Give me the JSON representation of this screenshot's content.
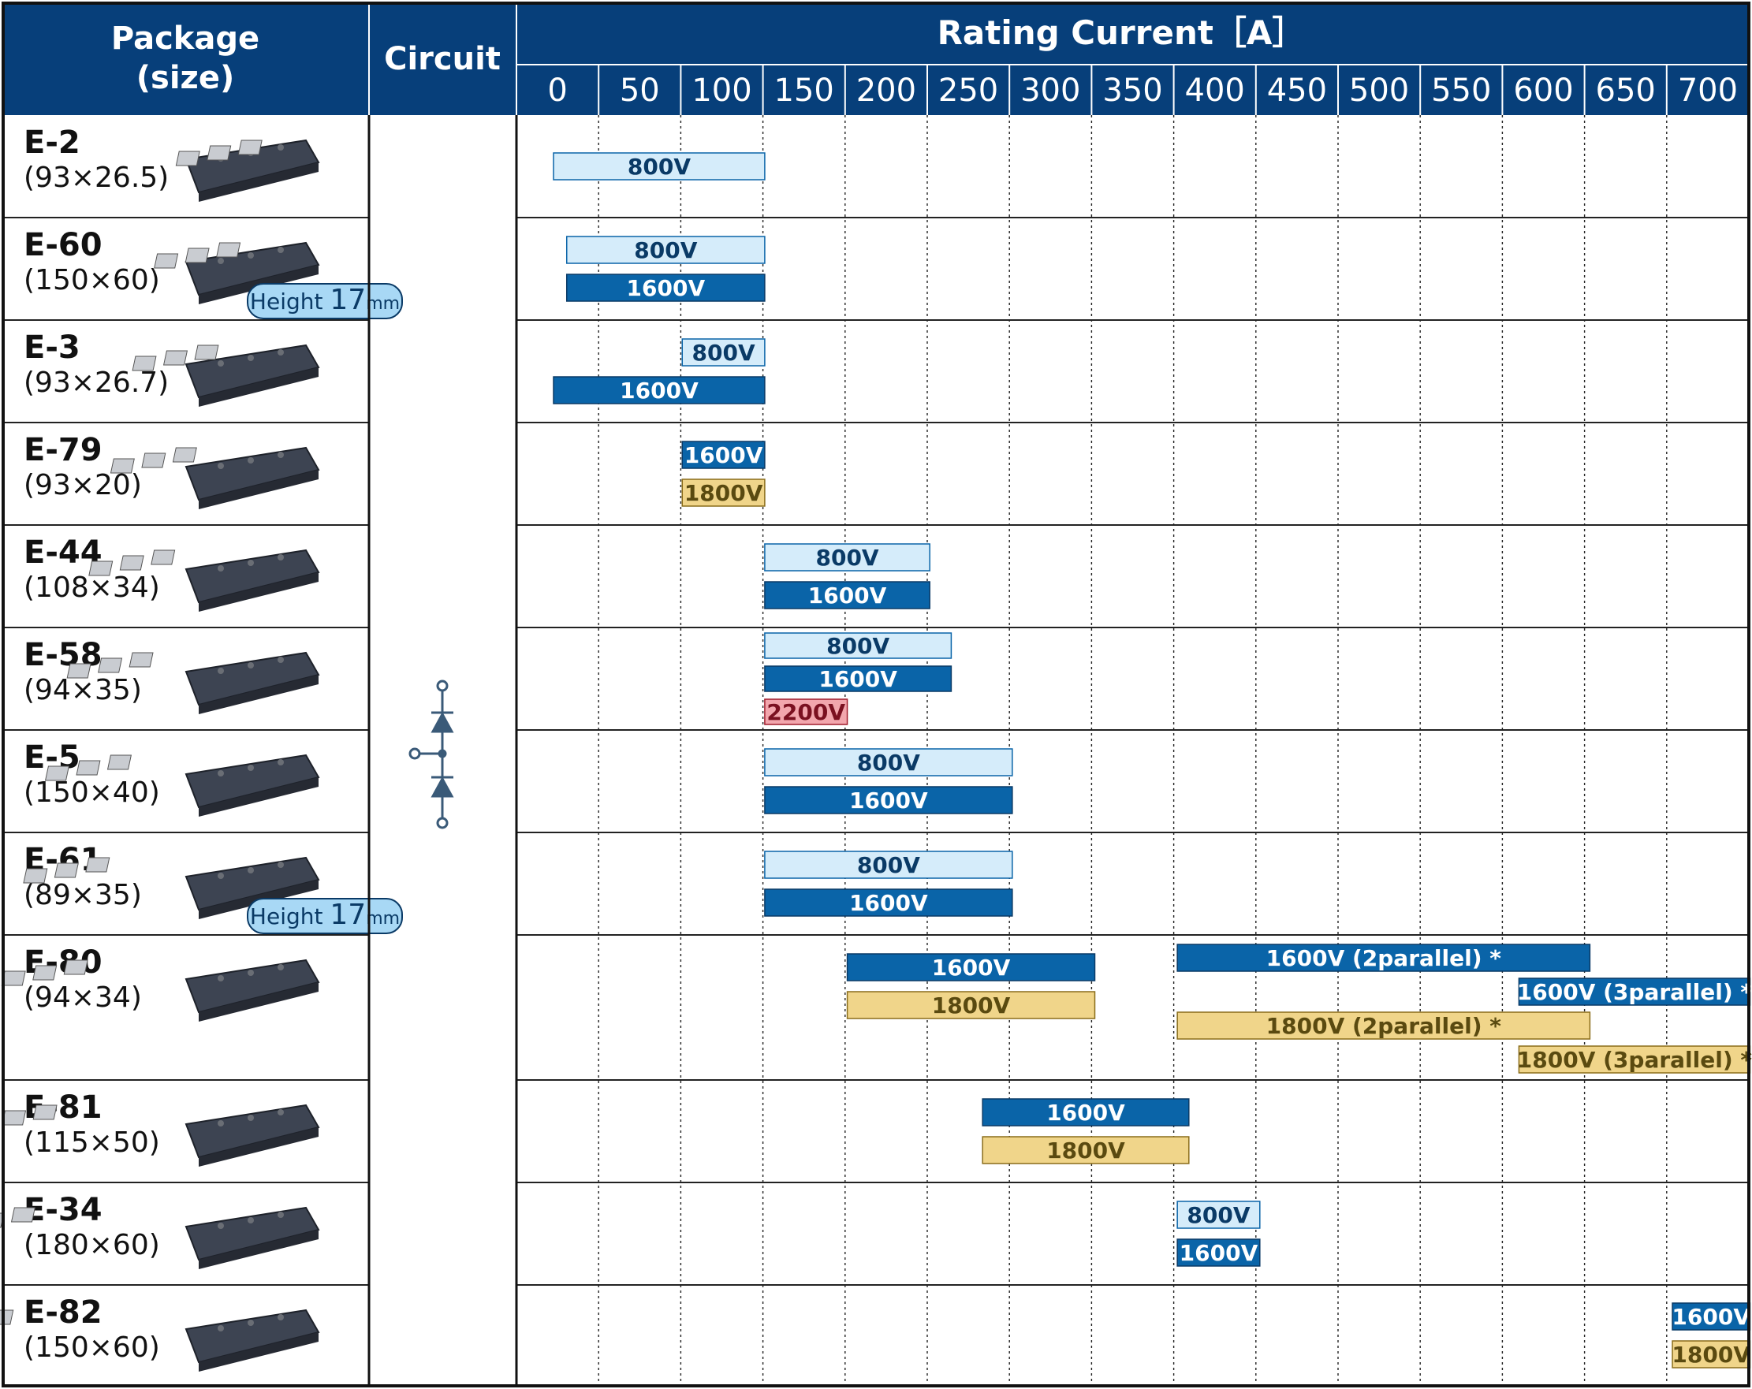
{
  "header": {
    "package_line1": "Package",
    "package_line2": "(size)",
    "circuit": "Circuit",
    "rating": "Rating Current［A］"
  },
  "colors": {
    "header_bg": "#073f7a",
    "light": "#d5ecfa",
    "dark": "#0a64a8",
    "yellow": "#f0d58a",
    "pink": "#f2a6ad",
    "badge": "#a8d8f5"
  },
  "packages": [
    {
      "name": "E-2",
      "size": "(93×26.5)"
    },
    {
      "name": "E-60",
      "size": "(150×60)",
      "badge": {
        "label": "Height",
        "value": "17",
        "unit": "mm"
      }
    },
    {
      "name": "E-3",
      "size": "(93×26.7)"
    },
    {
      "name": "E-79",
      "size": "(93×20)"
    },
    {
      "name": "E-44",
      "size": "(108×34)"
    },
    {
      "name": "E-58",
      "size": "(94×35)"
    },
    {
      "name": "E-5",
      "size": "(150×40)"
    },
    {
      "name": "E-61",
      "size": "(89×35)",
      "badge": {
        "label": "Height",
        "value": "17",
        "unit": "mm"
      }
    },
    {
      "name": "E-80",
      "size": "(94×34)"
    },
    {
      "name": "E-81",
      "size": "(115×50)"
    },
    {
      "name": "E-34",
      "size": "(180×60)"
    },
    {
      "name": "E-82",
      "size": "(150×60)"
    }
  ],
  "chart_data": {
    "type": "bar",
    "title": "",
    "xlabel": "Rating Current［A］",
    "xlim": [
      0,
      725
    ],
    "ticks": [
      "0",
      "50",
      "100",
      "150",
      "200",
      "250",
      "300",
      "350",
      "400",
      "450",
      "500",
      "550",
      "600",
      "650",
      "700"
    ],
    "grid": true,
    "rows": [
      {
        "package": "E-2",
        "bars": [
          {
            "label": "800V",
            "from": 0,
            "to": 128,
            "style": "light"
          }
        ]
      },
      {
        "package": "E-60",
        "bars": [
          {
            "label": "800V",
            "from": 8,
            "to": 128,
            "style": "light"
          },
          {
            "label": "1600V",
            "from": 8,
            "to": 128,
            "style": "dark"
          }
        ]
      },
      {
        "package": "E-3",
        "bars": [
          {
            "label": "800V",
            "from": 78,
            "to": 128,
            "style": "light"
          },
          {
            "label": "1600V",
            "from": 0,
            "to": 128,
            "style": "dark"
          }
        ]
      },
      {
        "package": "E-79",
        "bars": [
          {
            "label": "1600V",
            "from": 78,
            "to": 128,
            "style": "dark"
          },
          {
            "label": "1800V",
            "from": 78,
            "to": 128,
            "style": "yellow"
          }
        ]
      },
      {
        "package": "E-44",
        "bars": [
          {
            "label": "800V",
            "from": 128,
            "to": 228,
            "style": "light"
          },
          {
            "label": "1600V",
            "from": 128,
            "to": 228,
            "style": "dark"
          }
        ]
      },
      {
        "package": "E-58",
        "bars": [
          {
            "label": "800V",
            "from": 128,
            "to": 241,
            "style": "light"
          },
          {
            "label": "1600V",
            "from": 128,
            "to": 241,
            "style": "dark"
          },
          {
            "label": "2200V",
            "from": 128,
            "to": 178,
            "style": "pink"
          }
        ]
      },
      {
        "package": "E-5",
        "bars": [
          {
            "label": "800V",
            "from": 128,
            "to": 278,
            "style": "light"
          },
          {
            "label": "1600V",
            "from": 128,
            "to": 278,
            "style": "dark"
          }
        ]
      },
      {
        "package": "E-61",
        "bars": [
          {
            "label": "800V",
            "from": 128,
            "to": 278,
            "style": "light"
          },
          {
            "label": "1600V",
            "from": 128,
            "to": 278,
            "style": "dark"
          }
        ]
      },
      {
        "package": "E-80",
        "bars": [
          {
            "label": "1600V",
            "from": 178,
            "to": 328,
            "style": "dark"
          },
          {
            "label": "1800V",
            "from": 178,
            "to": 328,
            "style": "yellow"
          },
          {
            "label": "1600V (2parallel) *",
            "from": 378,
            "to": 628,
            "style": "dark"
          },
          {
            "label": "1600V (3parallel) *",
            "from": 585,
            "to": 725,
            "style": "dark"
          },
          {
            "label": "1800V (2parallel) *",
            "from": 378,
            "to": 628,
            "style": "yellow"
          },
          {
            "label": "1800V (3parallel) *",
            "from": 585,
            "to": 725,
            "style": "yellow"
          }
        ]
      },
      {
        "package": "E-81",
        "bars": [
          {
            "label": "1600V",
            "from": 260,
            "to": 385,
            "style": "dark"
          },
          {
            "label": "1800V",
            "from": 260,
            "to": 385,
            "style": "yellow"
          }
        ]
      },
      {
        "package": "E-34",
        "bars": [
          {
            "label": "800V",
            "from": 378,
            "to": 428,
            "style": "light"
          },
          {
            "label": "1600V",
            "from": 378,
            "to": 428,
            "style": "dark"
          }
        ]
      },
      {
        "package": "E-82",
        "bars": [
          {
            "label": "1600V",
            "from": 678,
            "to": 725,
            "style": "dark"
          },
          {
            "label": "1800V",
            "from": 678,
            "to": 725,
            "style": "yellow"
          }
        ]
      }
    ]
  }
}
